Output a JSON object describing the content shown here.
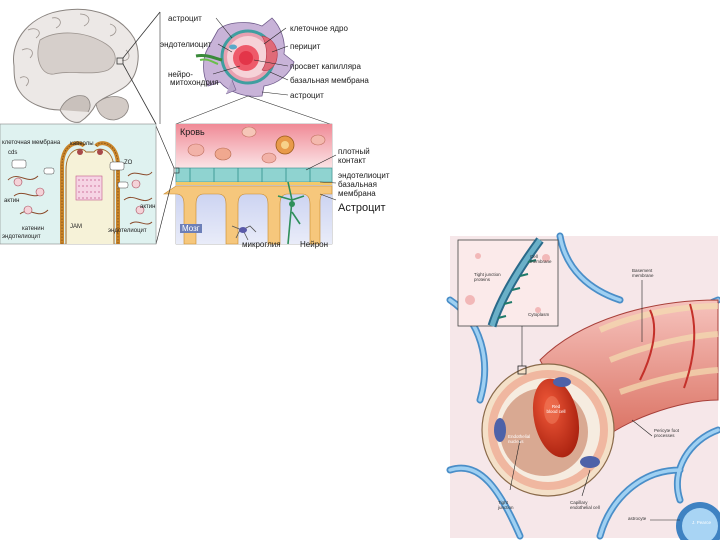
{
  "left_figure": {
    "top_labels": {
      "astrocyte": "астроцит",
      "endotheliocyte": "эндотелиоцит",
      "neuro": "нейро-",
      "mitochondria": "митохондрия",
      "cell_nucleus": "клеточное ядро",
      "pericyte": "перицит",
      "capillary_lumen": "просвет капилляра",
      "basal_membrane": "базальная мембрана",
      "astrocyte_bottom": "астроцит"
    },
    "middle_labels": {
      "blood": "Кровь",
      "tight_contact": "плотный контакт",
      "endotheliocyte": "эндотелиоцит",
      "basal_membrane": "базальная мембрана",
      "astrocyte": "Астроцит",
      "brain": "Мозг",
      "microglia": "микроглия",
      "neuron": "Нейрон"
    },
    "inset_labels": {
      "cell_membrane": "клеточная мембрана",
      "caveolae": "кавеолы",
      "cds": "cds",
      "actin": "актин",
      "actin_right": "актин",
      "catenin": "катенин",
      "endotheliocyte_left": "эндотелиоцит",
      "endotheliocyte_right": "эндотелиоцит",
      "jam": "JAM",
      "zo": "ZO"
    }
  },
  "right_figure": {
    "labels": {
      "cell_membrane": "Cell membrane",
      "tight_junction_proteins": "Tight junction proteins",
      "cytoplasm": "Cytoplasm",
      "basement_membrane": "Basement membrane",
      "red_blood_cell": "Red blood cell",
      "endothelial_nucleus": "Endothelial nucleus",
      "pericyte_foot": "Pericyte foot processes",
      "tight_junction": "Tight junction",
      "capillary_cell": "Capillary endothelial cell",
      "astrocyte": "astrocyte",
      "credit": "J. Pearce"
    }
  }
}
